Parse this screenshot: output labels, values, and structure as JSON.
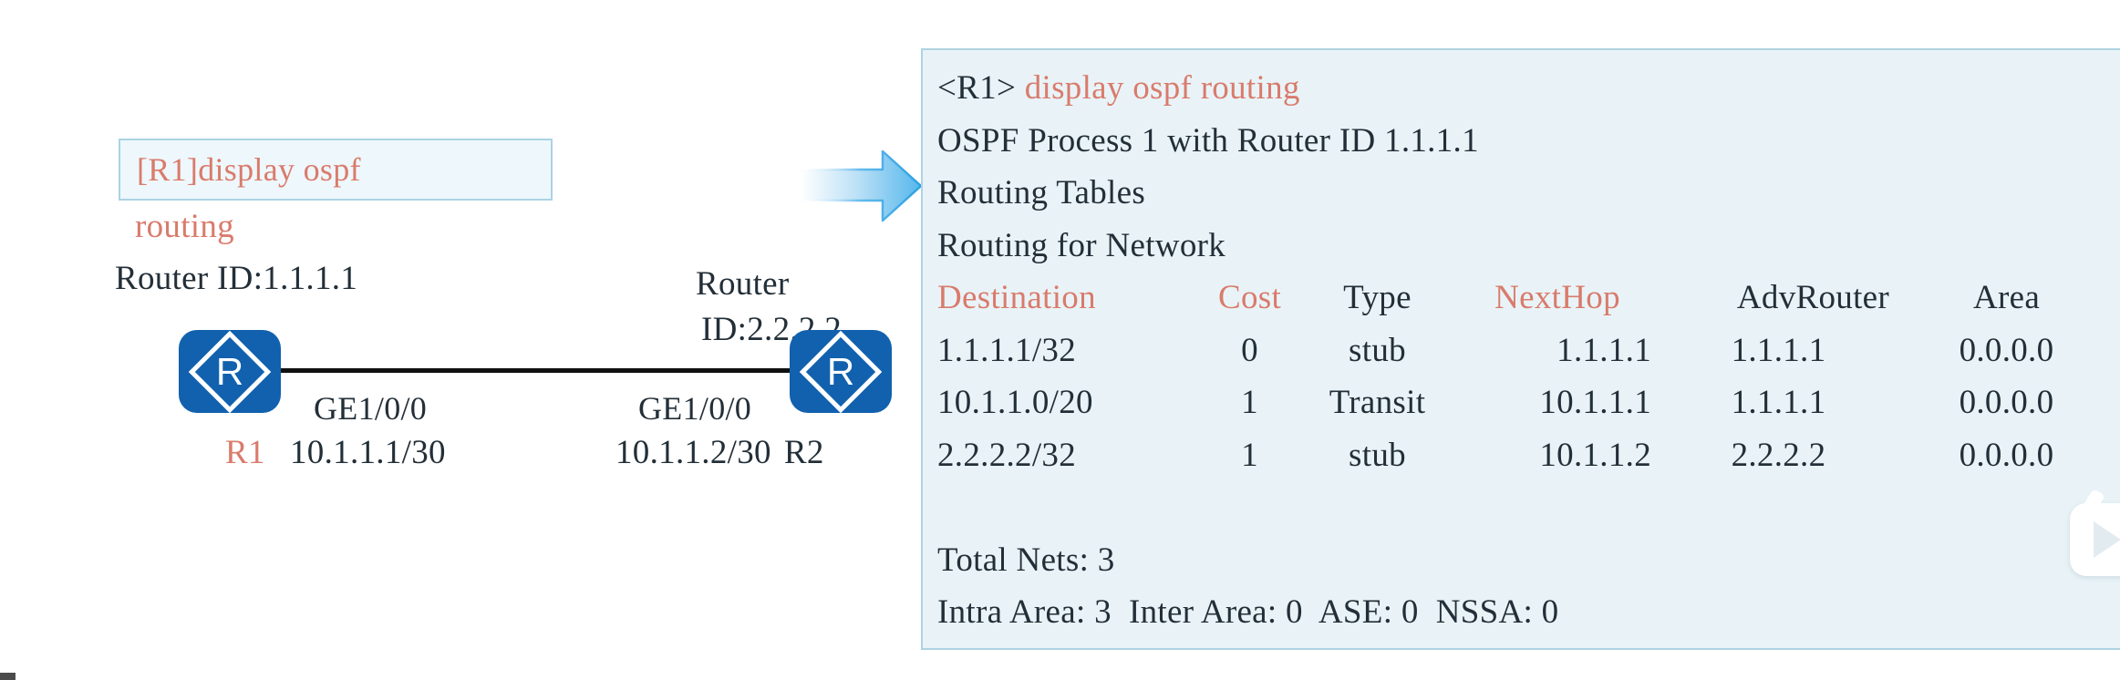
{
  "colors": {
    "accent_salmon": "#d97b6c",
    "router_blue": "#1161ae",
    "terminal_bg": "#e9f3f7",
    "arrow_blue": "#55b7ec"
  },
  "diagram": {
    "command_box": {
      "line1": "[R1]display ospf",
      "line2": "routing"
    },
    "r1": {
      "router_id": "Router ID:1.1.1.1",
      "name": "R1",
      "interface": "GE1/0/0",
      "ip": "10.1.1.1/30",
      "icon_letter": "R"
    },
    "r2": {
      "router_id_line1": "Router",
      "router_id_line2": "ID:2.2.2.2",
      "name": "R2",
      "interface": "GE1/0/0",
      "ip": "10.1.1.2/30",
      "icon_letter": "R"
    }
  },
  "terminal": {
    "prompt": "<R1>",
    "command": "display ospf routing",
    "info_lines": [
      "OSPF Process 1 with Router ID 1.1.1.1",
      "Routing Tables",
      "Routing for Network"
    ],
    "table": {
      "headers": [
        "Destination",
        "Cost",
        "Type",
        "NextHop",
        "AdvRouter",
        "Area"
      ],
      "rows": [
        [
          "1.1.1.1/32",
          "0",
          "stub",
          "1.1.1.1",
          "1.1.1.1",
          "0.0.0.0"
        ],
        [
          "10.1.1.0/20",
          "1",
          "Transit",
          "10.1.1.1",
          "1.1.1.1",
          "0.0.0.0"
        ],
        [
          "2.2.2.2/32",
          "1",
          "stub",
          "10.1.1.2",
          "2.2.2.2",
          "0.0.0.0"
        ]
      ]
    },
    "summary": {
      "total_nets": "Total Nets: 3",
      "area_counts": "Intra Area: 3  Inter Area: 0  ASE: 0  NSSA: 0"
    }
  }
}
